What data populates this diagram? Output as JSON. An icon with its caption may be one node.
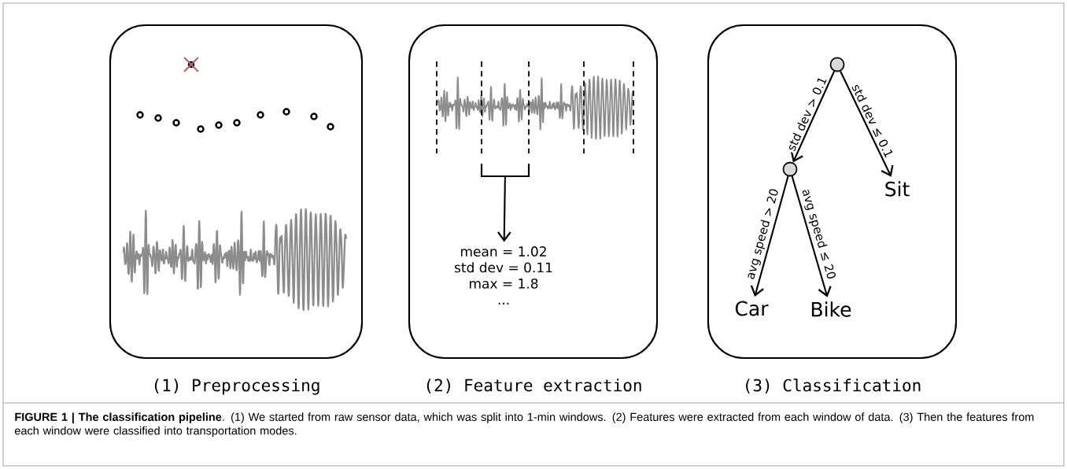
{
  "diagram": {
    "caption": "**FIGURE 1 | The classification pipeline**. (1) We started from raw sensor data, which was split into 1-min windows. (2) Features were extracted from each window of data. (3) Then the features from each window were classified into transportation modes.",
    "nodes": [
      {
        "text": [
          "(1) Preprocessing"
        ]
      },
      {
        "text": [
          "(2) Feature extraction"
        ]
      },
      {
        "text": [
          "(3) Classification"
        ]
      },
      {
        "text": [],
        "shape": "bracket",
        "in": 1
      },
      {
        "text": [
          "mean = 1.02",
          "std dev = 0.11",
          "max = 1.8",
          "..."
        ],
        "in": 1
      },
      {
        "text": [],
        "shape": "circle",
        "in": 2
      },
      {
        "text": [],
        "shape": "circle",
        "in": 2
      },
      {
        "text": [
          "Sit"
        ],
        "in": 2
      },
      {
        "text": [
          "Car"
        ],
        "in": 2
      },
      {
        "text": [
          "Bike"
        ],
        "in": 2
      }
    ],
    "edges": [
      {
        "from": 3,
        "to": 4,
        "arrow": "to"
      },
      {
        "from": 5,
        "to": 6,
        "arrow": "to",
        "label": "std dev > 0.1"
      },
      {
        "from": 5,
        "to": 7,
        "arrow": "to",
        "label": "std dev ≤ 0.1"
      },
      {
        "from": 6,
        "to": 8,
        "arrow": "to",
        "label": "avg speed > 20"
      },
      {
        "from": 6,
        "to": 9,
        "arrow": "to",
        "label": "avg speed ≤ 20"
      }
    ]
  }
}
